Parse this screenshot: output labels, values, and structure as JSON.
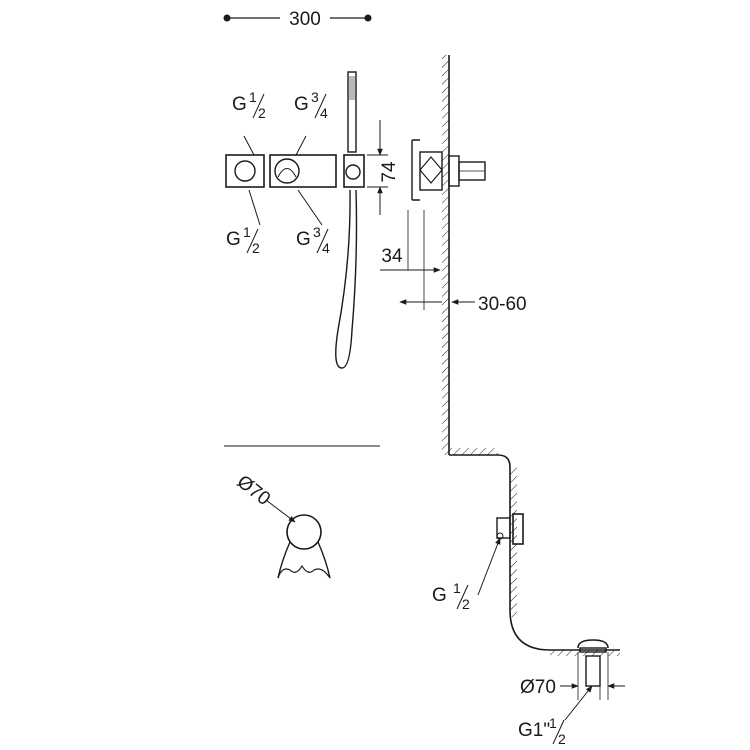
{
  "dimensions": {
    "width_top": "300",
    "handle_height": "74",
    "depth_body": "34",
    "depth_range": "30-60",
    "drain_diameter": "Ø70"
  },
  "connections": {
    "left_plate_top": {
      "base": "G",
      "num": "1",
      "den": "2"
    },
    "right_plate_top": {
      "base": "G",
      "num": "3",
      "den": "4"
    },
    "left_plate_bottom": {
      "base": "G",
      "num": "1",
      "den": "2"
    },
    "right_plate_bottom": {
      "base": "G",
      "num": "3",
      "den": "4"
    },
    "spout_inlet": {
      "base": "G",
      "num": "1",
      "den": "2"
    },
    "drain_thread": {
      "base": "G1\"",
      "num": "1",
      "den": "2"
    }
  },
  "spout": {
    "diameter": "Ø70"
  }
}
